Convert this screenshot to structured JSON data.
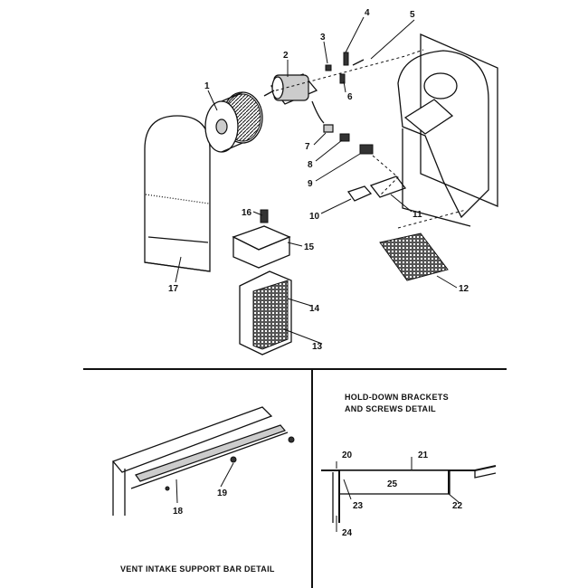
{
  "parts": [
    "1",
    "2",
    "3",
    "4",
    "5",
    "6",
    "7",
    "8",
    "9",
    "10",
    "11",
    "12",
    "13",
    "14",
    "15",
    "16",
    "17"
  ],
  "details": {
    "hold_down": {
      "title_line1": "HOLD-DOWN BRACKETS",
      "title_line2": "AND SCREWS DETAIL",
      "parts": [
        "20",
        "21",
        "22",
        "23",
        "24",
        "25"
      ]
    },
    "vent": {
      "title": "VENT INTAKE SUPPORT BAR DETAIL",
      "parts": [
        "18",
        "19"
      ]
    }
  }
}
